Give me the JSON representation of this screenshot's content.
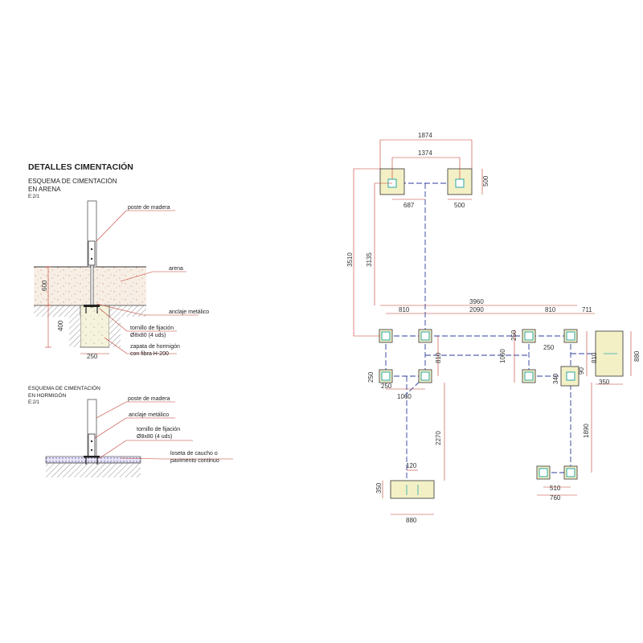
{
  "details": {
    "title": "DETALLES CIMENTACIÓN",
    "sand": {
      "heading_line1": "ESQUEMA DE CIMENTACIÓN",
      "heading_line2": "EN ARENA",
      "scale": "E:2/1",
      "label_post": "poste de madera",
      "label_sand": "arena",
      "label_anchor": "anclaje metálico",
      "label_bolt_1": "tornillo de fijación",
      "label_bolt_2": "Ø8x80 (4 uds)",
      "label_footing_1": "zapata de hormigón",
      "label_footing_2": "con fibra H-200",
      "dim_600": "600",
      "dim_400": "400",
      "dim_250": "250"
    },
    "concrete": {
      "heading_line1": "ESQUEMA DE CIMENTACIÓN",
      "heading_line2": "EN HORMIGÓN",
      "scale": "E:2/1",
      "label_post": "poste de madera",
      "label_anchor": "anclaje metálico",
      "label_bolt_1": "tornillo de fijación",
      "label_bolt_2": "Ø8x80 (4 uds)",
      "label_tile_1": "loseta de caucho o",
      "label_tile_2": "pavimento continuo"
    }
  },
  "plan": {
    "dims": {
      "d1874": "1874",
      "d1374": "1374",
      "d687": "687",
      "d500a": "500",
      "d500b": "500",
      "d3510": "3510",
      "d3135": "3135",
      "d3960": "3960",
      "d810a": "810",
      "d2090": "2090",
      "d810b": "810",
      "d711": "711",
      "d810c": "810",
      "d250a": "250",
      "d250b": "250",
      "d1060a": "1060",
      "d250c": "250",
      "d1060b": "1060",
      "d250d": "250",
      "d340": "340",
      "d90": "90",
      "d810d": "810",
      "d880a": "880",
      "d350a": "350",
      "d2270": "2270",
      "d1890": "1890",
      "d120": "120",
      "d350b": "350",
      "d880b": "880",
      "d510": "510",
      "d760": "760"
    }
  },
  "colors": {
    "dimension_red": "#c0392b",
    "axis_blue": "#2c3e9c",
    "footing_fill": "#f3f0c6",
    "post_cyan": "#2aa7a7"
  }
}
